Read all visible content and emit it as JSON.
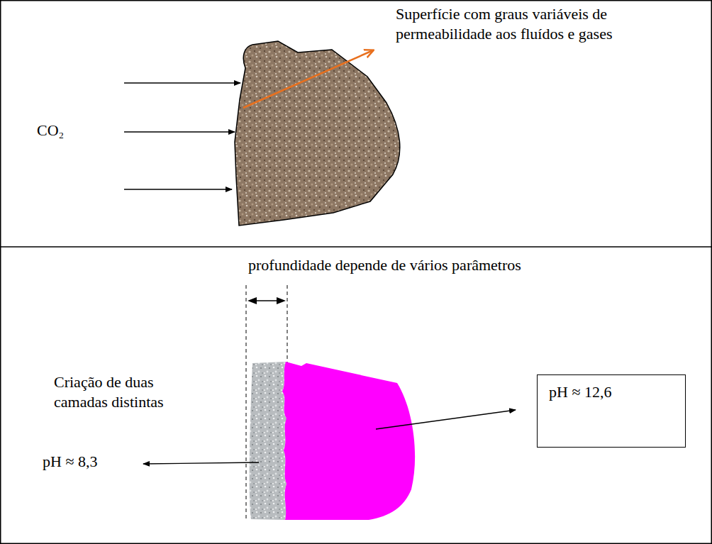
{
  "diagram": {
    "nodes": [
      {
        "text": [
          "pH ≈ 12,6"
        ]
      }
    ],
    "labels": [
      "Superfície com graus variáveis de permeabilidade aos fluídos e gases",
      "CO₂",
      "profundidade depende de vários parâmetros",
      "Criação de duas camadas distintas",
      "pH ≈ 8,3"
    ]
  }
}
